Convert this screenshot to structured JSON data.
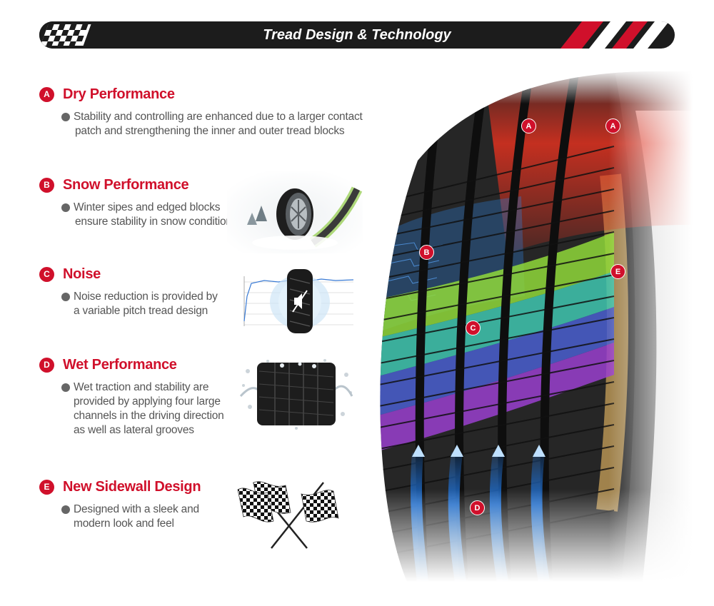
{
  "header": {
    "title": "Tread Design & Technology"
  },
  "features": [
    {
      "letter": "A",
      "title": "Dry Performance",
      "lines": [
        "Stability and controlling are enhanced due to a larger contact",
        "patch and strengthening the inner and outer tread blocks"
      ]
    },
    {
      "letter": "B",
      "title": "Snow Performance",
      "lines": [
        "Winter sipes and edged blocks",
        "ensure stability in snow conditions"
      ]
    },
    {
      "letter": "C",
      "title": "Noise",
      "lines": [
        "Noise reduction is provided by",
        "a variable pitch tread design"
      ]
    },
    {
      "letter": "D",
      "title": "Wet Performance",
      "lines": [
        "Wet traction and stability are",
        "provided by applying four large",
        "channels in the driving direction",
        "as well as lateral grooves"
      ]
    },
    {
      "letter": "E",
      "title": "New Sidewall Design",
      "lines": [
        "Designed with a sleek and",
        "modern look and feel"
      ]
    }
  ],
  "tire_markers": [
    {
      "letter": "A"
    },
    {
      "letter": "A"
    },
    {
      "letter": "B"
    },
    {
      "letter": "C"
    },
    {
      "letter": "D"
    },
    {
      "letter": "E"
    }
  ],
  "colors": {
    "accent": "#d0102b",
    "banner": "#1c1c1c",
    "dry_zone": "#e0311f",
    "snow_zone": "#2f7fd6",
    "noise_green": "#8fd83a",
    "noise_teal": "#3fc7b0",
    "noise_blue": "#4a5fd0",
    "noise_purple": "#9a3fcf",
    "sidewall_zone": "#c9a25a",
    "water": "#1f6fd1"
  },
  "icons": [
    "checkered-flag-icon",
    "snow-tire-image",
    "noise-chart-image",
    "wet-tire-image",
    "crossed-checkered-flags-icon",
    "bullet-icon",
    "sound-muted-icon",
    "water-arrow-icon"
  ]
}
